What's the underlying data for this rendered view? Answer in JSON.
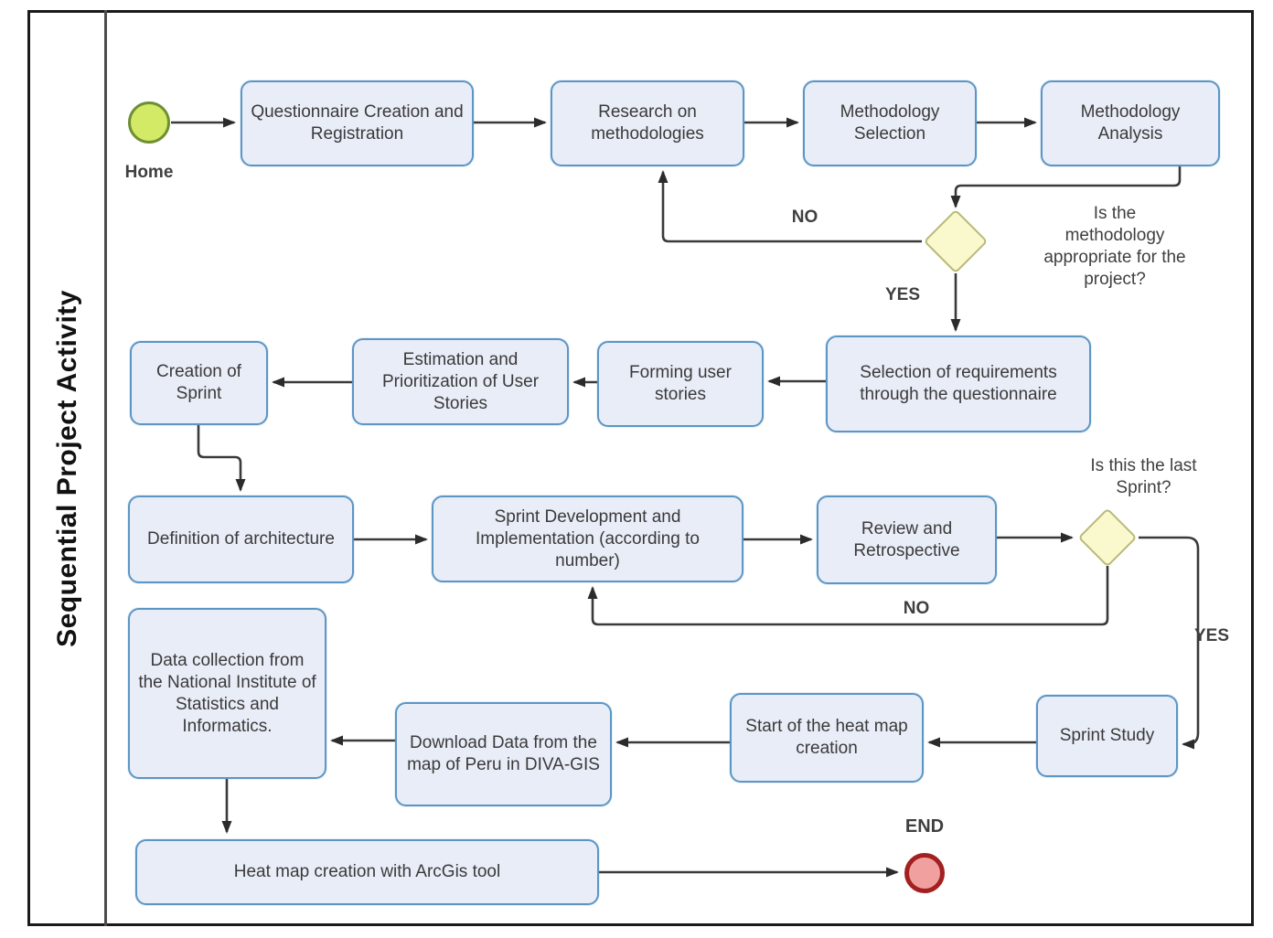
{
  "lane": {
    "title": "Sequential Project Activity"
  },
  "events": {
    "start_label": "Home",
    "end_label": "END"
  },
  "tasks": {
    "questionnaire": "Questionnaire Creation and Registration",
    "research": "Research on methodologies",
    "methodology_selection": "Methodology Selection",
    "methodology_analysis": "Methodology Analysis",
    "requirements": "Selection of requirements through the questionnaire",
    "forming_stories": "Forming user stories",
    "estimation": "Estimation and Prioritization of User Stories",
    "creation_sprint": "Creation of Sprint",
    "architecture": "Definition of architecture",
    "sprint_dev": "Sprint Development and Implementation (according to number)",
    "review": "Review and Retrospective",
    "sprint_study": "Sprint Study",
    "heatmap_start": "Start of the heat map creation",
    "download_data": "Download Data from the map of Peru in DIVA-GIS",
    "data_collection": "Data collection from the National Institute of Statistics and Informatics.",
    "heatmap_creation": "Heat map creation with ArcGis tool"
  },
  "decisions": {
    "methodology_fit": {
      "question": "Is the methodology appropriate for the project?",
      "no_label": "NO",
      "yes_label": "YES"
    },
    "last_sprint": {
      "question": "Is this the last Sprint?",
      "no_label": "NO",
      "yes_label": "YES"
    }
  },
  "colors": {
    "task_fill": "#e9edf8",
    "task_border": "#5c96c5",
    "gateway_fill": "#f9f9cd",
    "gateway_border": "#b9b97a",
    "start_fill": "#d3ea67",
    "start_border": "#6f8f33",
    "end_fill": "#f1a0a0",
    "end_border": "#a32020",
    "connector": "#3a3a3a"
  }
}
